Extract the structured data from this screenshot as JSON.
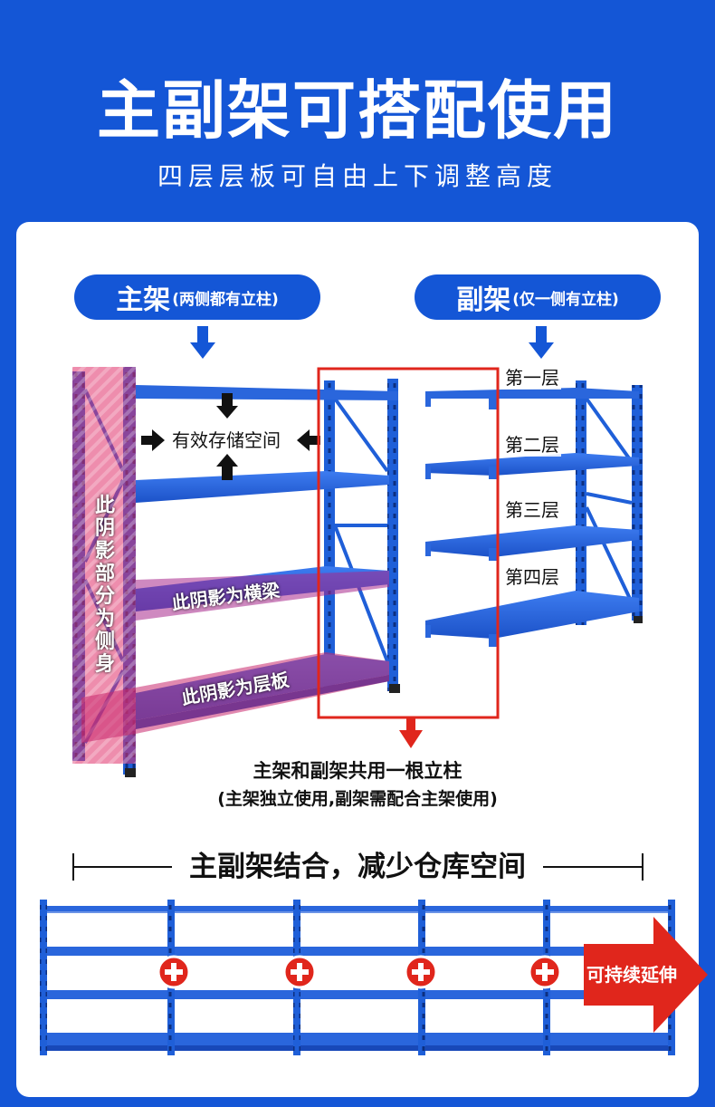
{
  "header": {
    "title": "主副架可搭配使用",
    "subtitle": "四层层板可自由上下调整高度"
  },
  "main_rack": {
    "label": "主架",
    "note": "(两侧都有立柱)"
  },
  "sub_rack": {
    "label": "副架",
    "note": "(仅一侧有立柱)"
  },
  "annotations": {
    "storage_space": "有效存储空间",
    "side_body": "此阴影部分为侧身",
    "beam": "此阴影为横梁",
    "shelf_board": "此阴影为层板"
  },
  "layers": [
    "第一层",
    "第二层",
    "第三层",
    "第四层"
  ],
  "shared_post": {
    "line1": "主架和副架共用一根立柱",
    "line2": "(主架独立使用,副架需配合主架使用)"
  },
  "combo": {
    "title": "主副架结合，减少仓库空间",
    "extend": "可持续延伸"
  },
  "colors": {
    "brand_blue": "#1456d6",
    "rack_blue": "#1f5fd8",
    "highlight_red": "#e0261c",
    "overlay_pink": "#e0306a"
  }
}
